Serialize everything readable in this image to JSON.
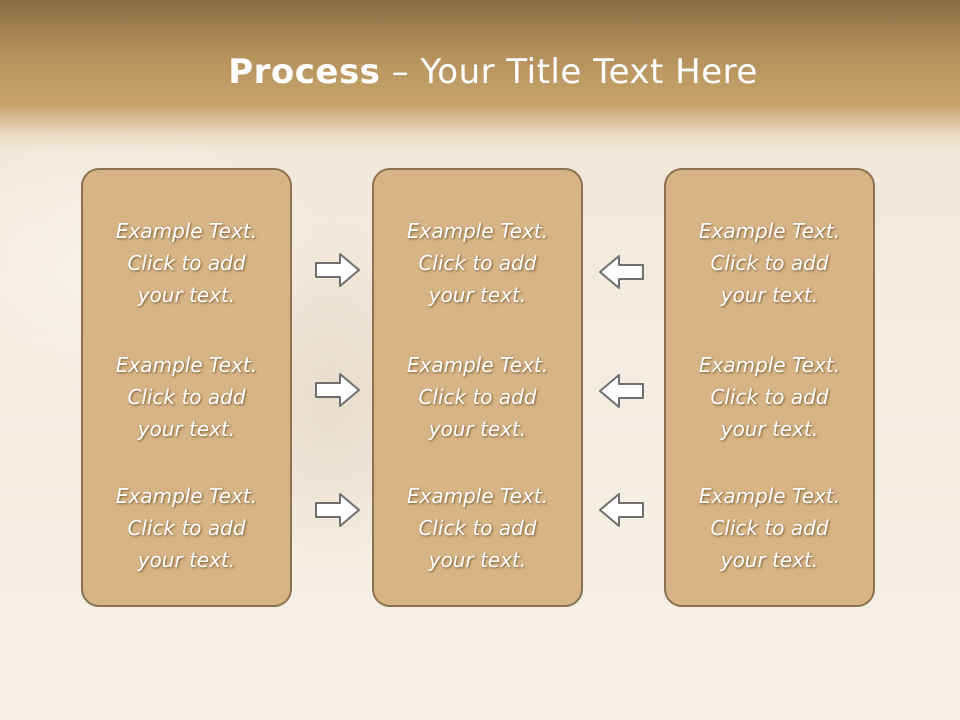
{
  "title": {
    "bold": "Process",
    "rest": " – Your Title Text Here"
  },
  "columns": [
    {
      "items": [
        "Example Text.\nClick  to add\nyour text.",
        "Example Text.\nClick  to add\nyour text.",
        "Example Text.\nClick  to add\nyour text."
      ]
    },
    {
      "items": [
        "Example Text.\nClick  to add\nyour text.",
        "Example Text.\nClick  to add\nyour text.",
        "Example Text.\nClick  to add\nyour text."
      ]
    },
    {
      "items": [
        "Example Text.\nClick  to add\nyour text.",
        "Example Text.\nClick  to add\nyour text.",
        "Example Text.\nClick  to add\nyour text."
      ]
    }
  ],
  "arrows": {
    "left": [
      "arrow-right-icon",
      "arrow-right-icon",
      "arrow-right-icon"
    ],
    "right": [
      "arrow-left-icon",
      "arrow-left-icon",
      "arrow-left-icon"
    ]
  },
  "colors": {
    "header": "#b4905c",
    "box_fill": "#d6b485",
    "box_border": "#8c7250",
    "arrow_stroke": "#6f6f6f"
  }
}
